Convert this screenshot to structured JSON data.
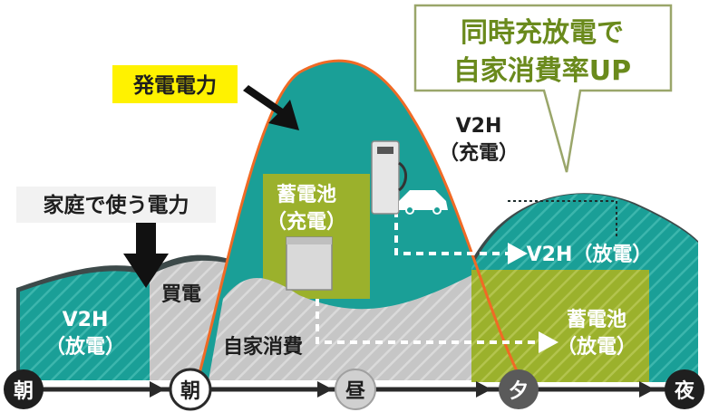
{
  "callout": {
    "line1": "同時充放電で",
    "line2": "自家消費率UP"
  },
  "labels": {
    "generation": "発電電力",
    "household_power": "家庭で使う電力",
    "v2h_charge_line1": "V2H",
    "v2h_charge_line2": "（充電）",
    "battery_charge_line1": "蓄電池",
    "battery_charge_line2": "（充電）",
    "buy_power": "買電",
    "self_consumption": "自家消費",
    "v2h_discharge_right": "V2H（放電）",
    "v2h_discharge_left_line1": "V2H",
    "v2h_discharge_left_line2": "（放電）",
    "battery_discharge_line1": "蓄電池",
    "battery_discharge_line2": "（放電）"
  },
  "timeline": [
    "朝",
    "朝",
    "昼",
    "夕",
    "夜"
  ],
  "colors": {
    "teal": "#1a9f97",
    "olive": "#9bb12c",
    "grey_hatch": "#c8c8c8",
    "generation_line": "#f06a25",
    "highlight": "#fff200",
    "callout_border": "#9aa66a",
    "callout_text": "#6a8a1c",
    "timeline_dark": "#2a2a2a"
  },
  "icons": [
    "down-arrow-icon",
    "diagonal-arrow-icon",
    "v2h-charger-icon",
    "car-icon",
    "storage-battery-icon",
    "dashed-arrow-icon"
  ]
}
